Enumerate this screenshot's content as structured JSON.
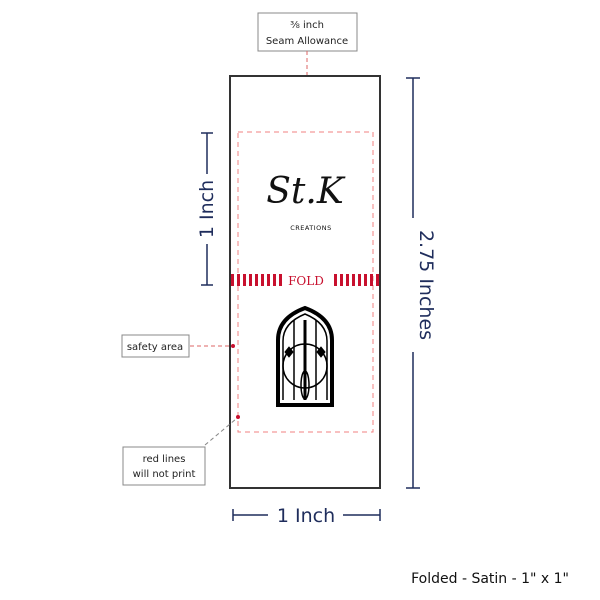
{
  "seam_allowance": {
    "line1": "⅜ inch",
    "line2": "Seam Allowance"
  },
  "safety_area": {
    "label": "safety area"
  },
  "red_lines": {
    "line1": "red lines",
    "line2": "will not print"
  },
  "logo": {
    "monogram": "St.K",
    "subtitle": "CREATIONS"
  },
  "fold_label": "FOLD",
  "dimensions": {
    "fold_height": "1 Inch",
    "total_height": "2.75 Inches",
    "width": "1 Inch"
  },
  "footer": "Folded - Satin - 1\" x 1\"",
  "colors": {
    "guide_red": "#c8102e",
    "dimension_navy": "#1f2d5c",
    "safety_dash": "#f08080"
  }
}
